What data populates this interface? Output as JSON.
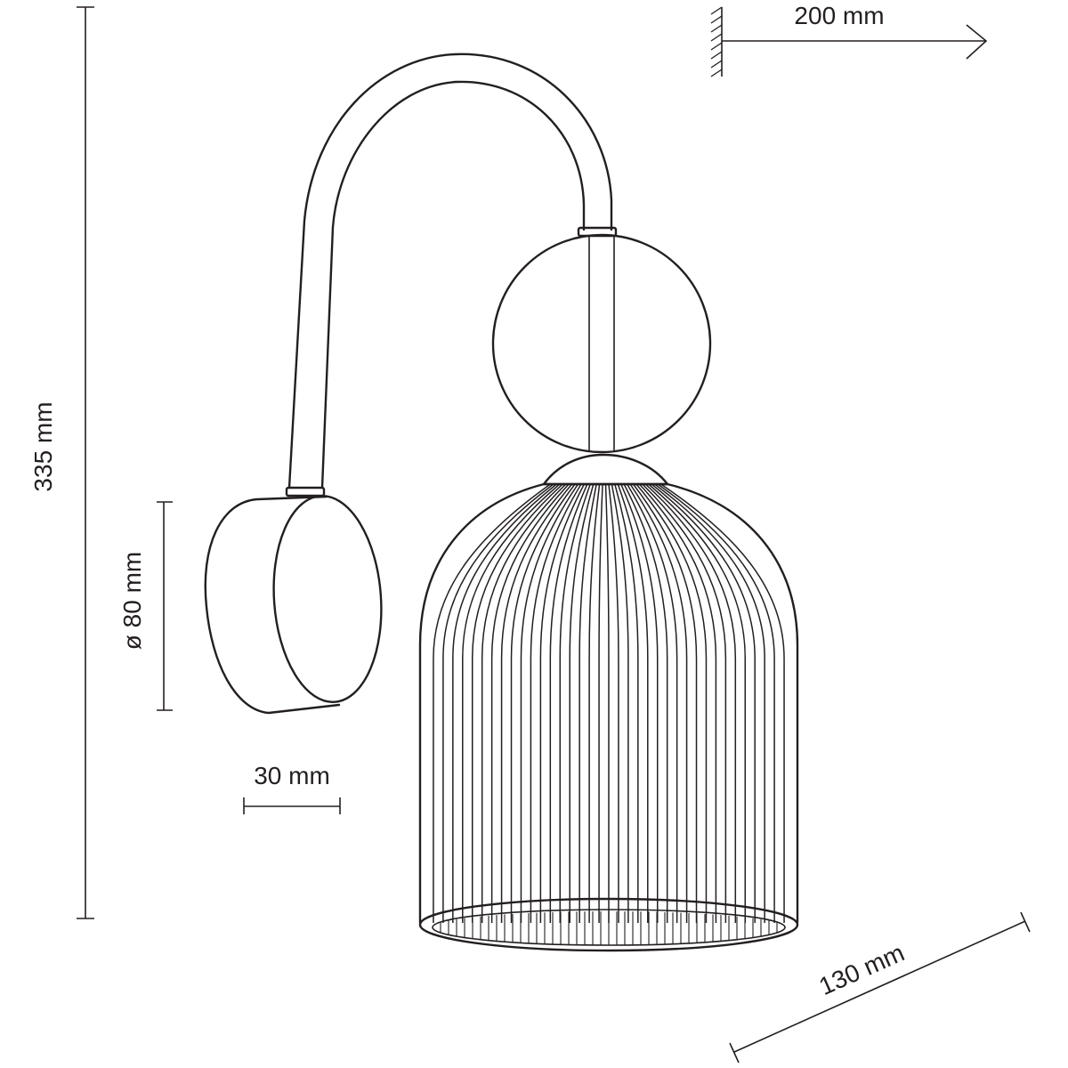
{
  "dimensions": {
    "height": "335 mm",
    "projection": "200 mm",
    "base_diameter": "ø 80 mm",
    "base_depth": "30 mm",
    "shade_diameter": "130 mm"
  },
  "colors": {
    "ink": "#231f20",
    "background": "#ffffff"
  }
}
